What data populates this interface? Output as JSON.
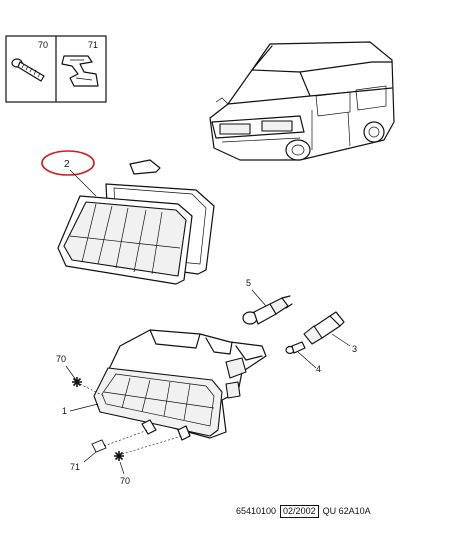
{
  "callouts": {
    "fastener_screw": "70",
    "clip_nut": "71",
    "lens_assembly": "2",
    "bulb_main": "5",
    "bulb_side_holder": "3",
    "bulb_side": "4",
    "fastener_left": "70",
    "headlamp_body": "1",
    "clip_bottom": "71",
    "fastener_bottom": "70"
  },
  "footer": {
    "ref_number": "65410100",
    "date": "02/2002",
    "code": "QU 62A10A"
  },
  "colors": {
    "highlight_circle": "#cc1f1f",
    "line_art": "#111111"
  }
}
